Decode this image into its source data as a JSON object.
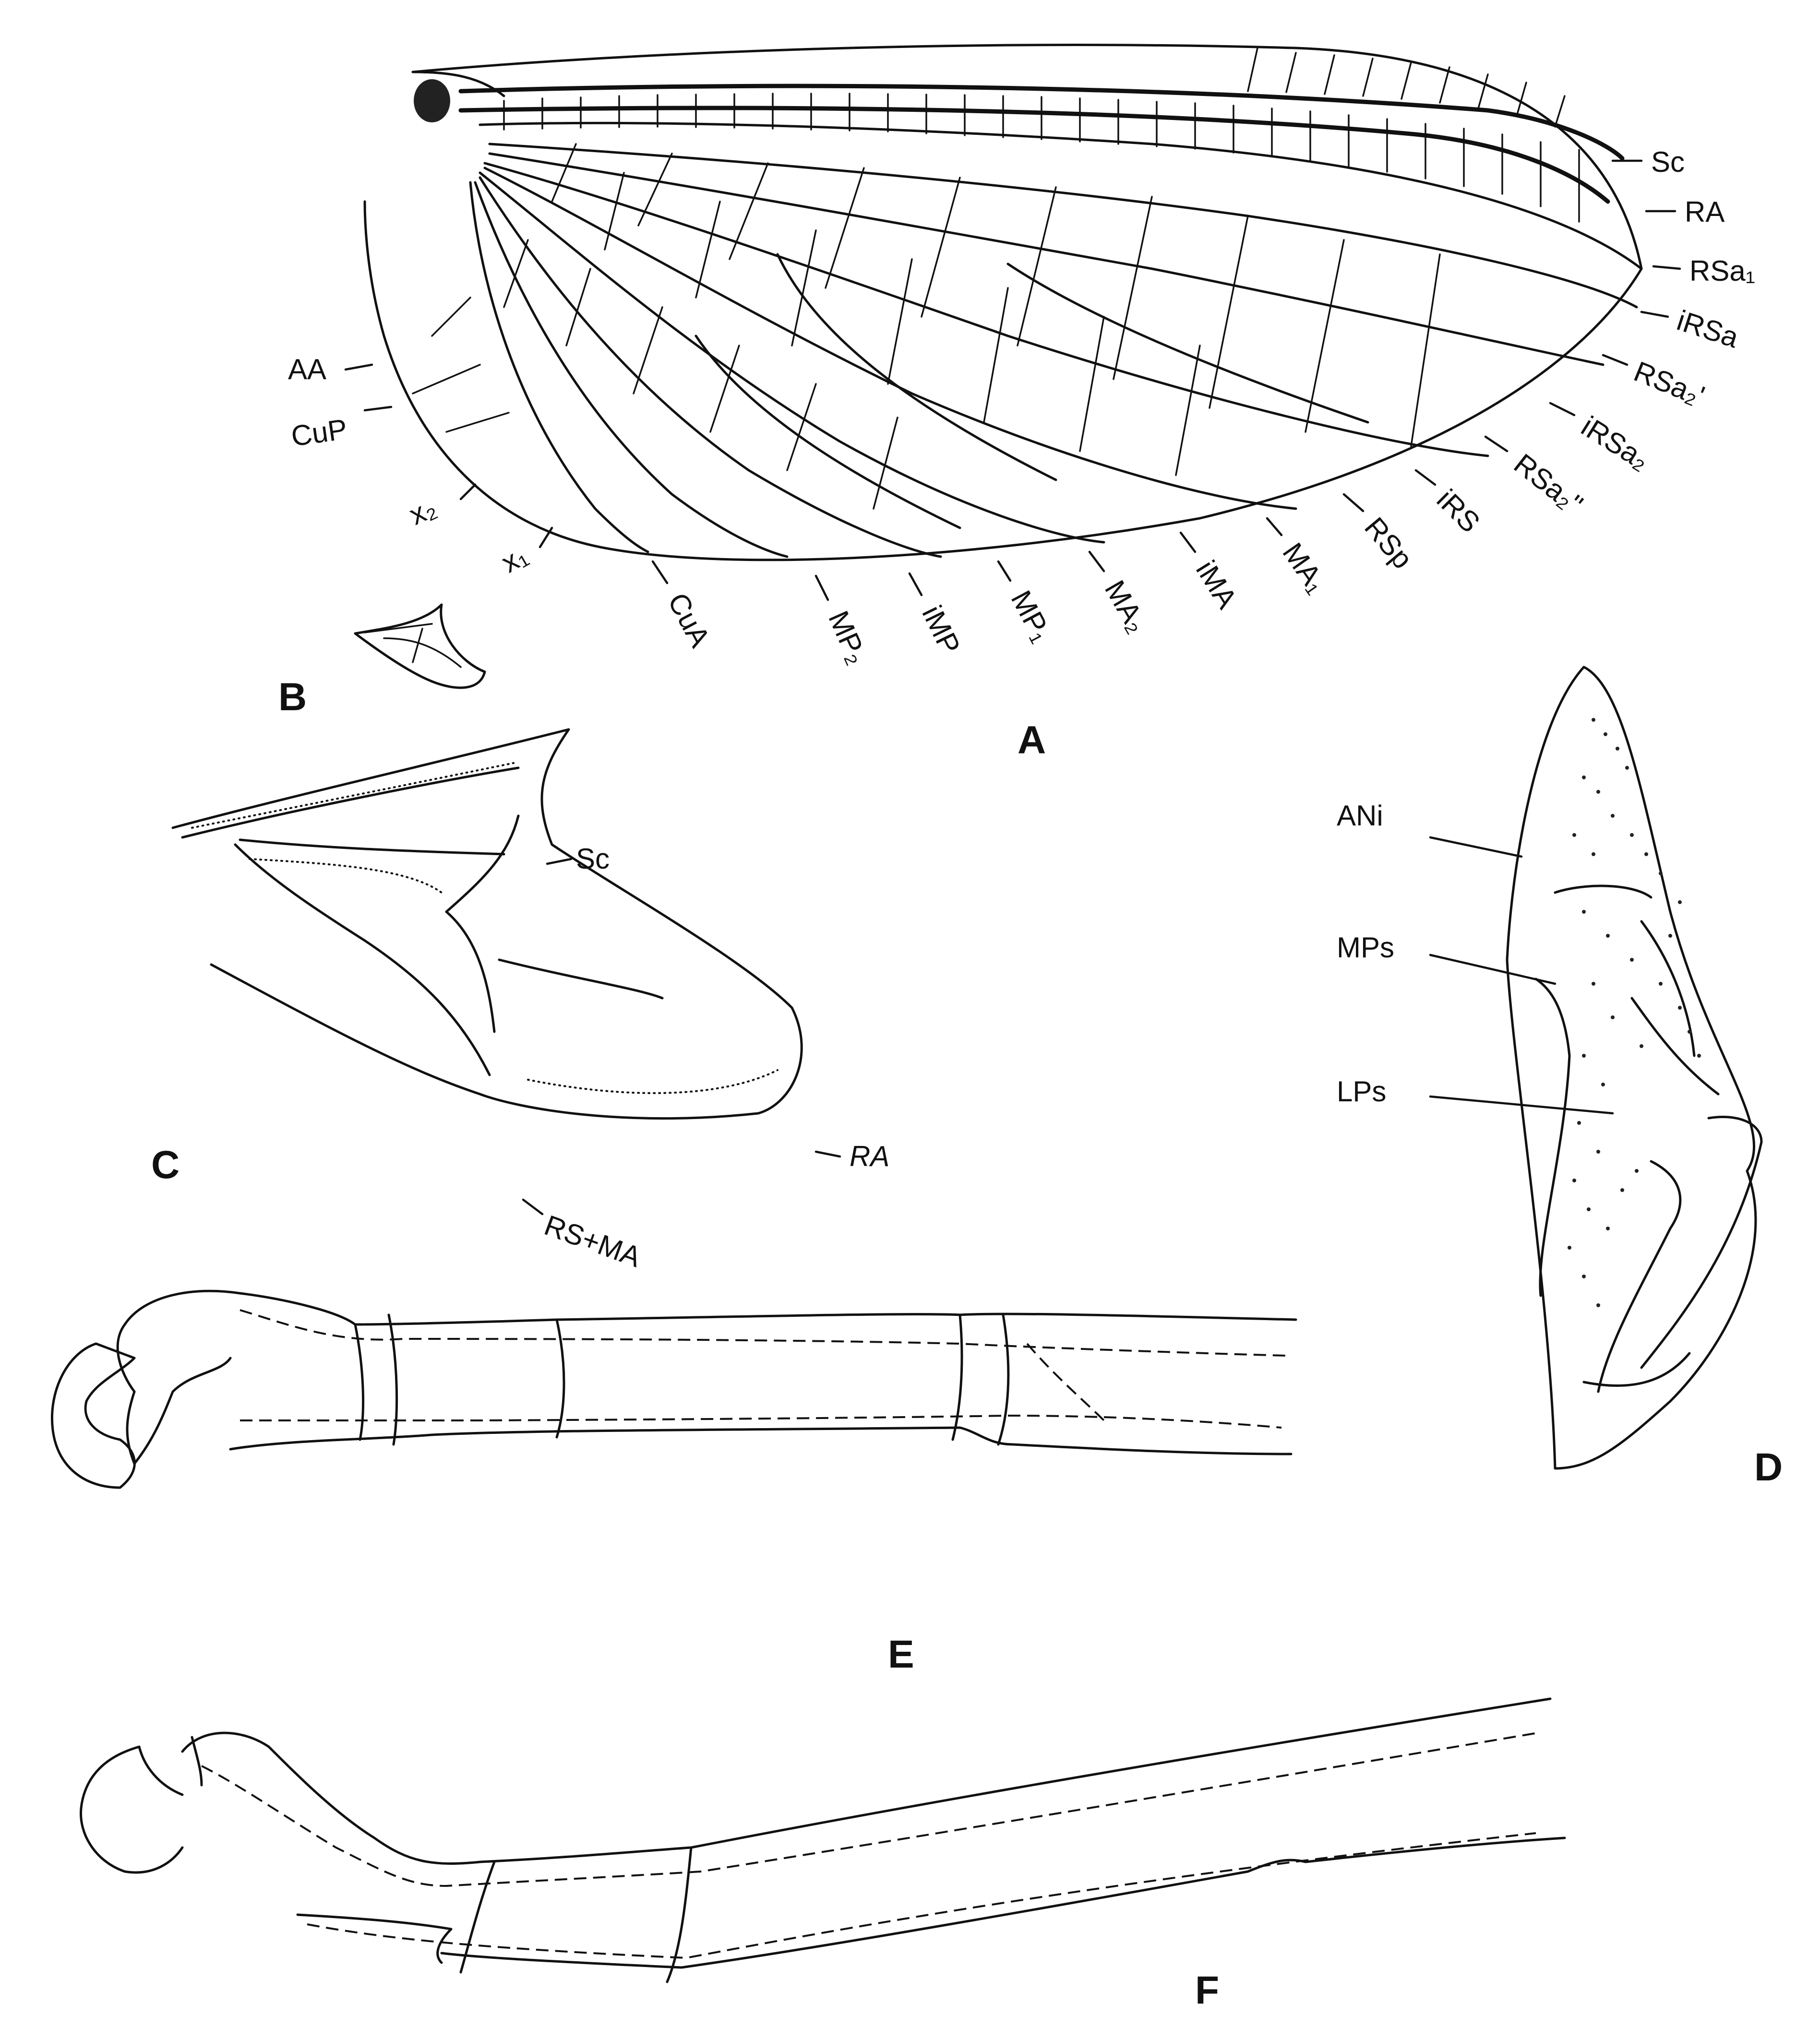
{
  "panels": {
    "A": "A",
    "B": "B",
    "C": "C",
    "D": "D",
    "E": "E",
    "F": "F"
  },
  "wing_labels": {
    "Sc": "Sc",
    "RA": "RA",
    "RSa1": "RSa₁",
    "iRSa": "iRSa",
    "RSa2p": "RSa₂'",
    "iRSa2": "iRSa₂",
    "RSa2pp": "RSa₂\"",
    "iRS": "iRS",
    "RSp": "RSp",
    "MA1": "MA₁",
    "iMA": "iMA",
    "MA2": "MA₂",
    "MP1": "MP₁",
    "iMP": "iMP",
    "MP2": "MP₂",
    "CuA": "CuA",
    "x1": "x₁",
    "x2": "x₂",
    "CuP": "CuP",
    "AA": "AA"
  },
  "hindwing_labels": {
    "Sc": "Sc",
    "RA": "RA",
    "RSMA": "RS+MA"
  },
  "genitalia_labels": {
    "ANi": "ANi",
    "MPs": "MPs",
    "LPs": "LPs"
  }
}
